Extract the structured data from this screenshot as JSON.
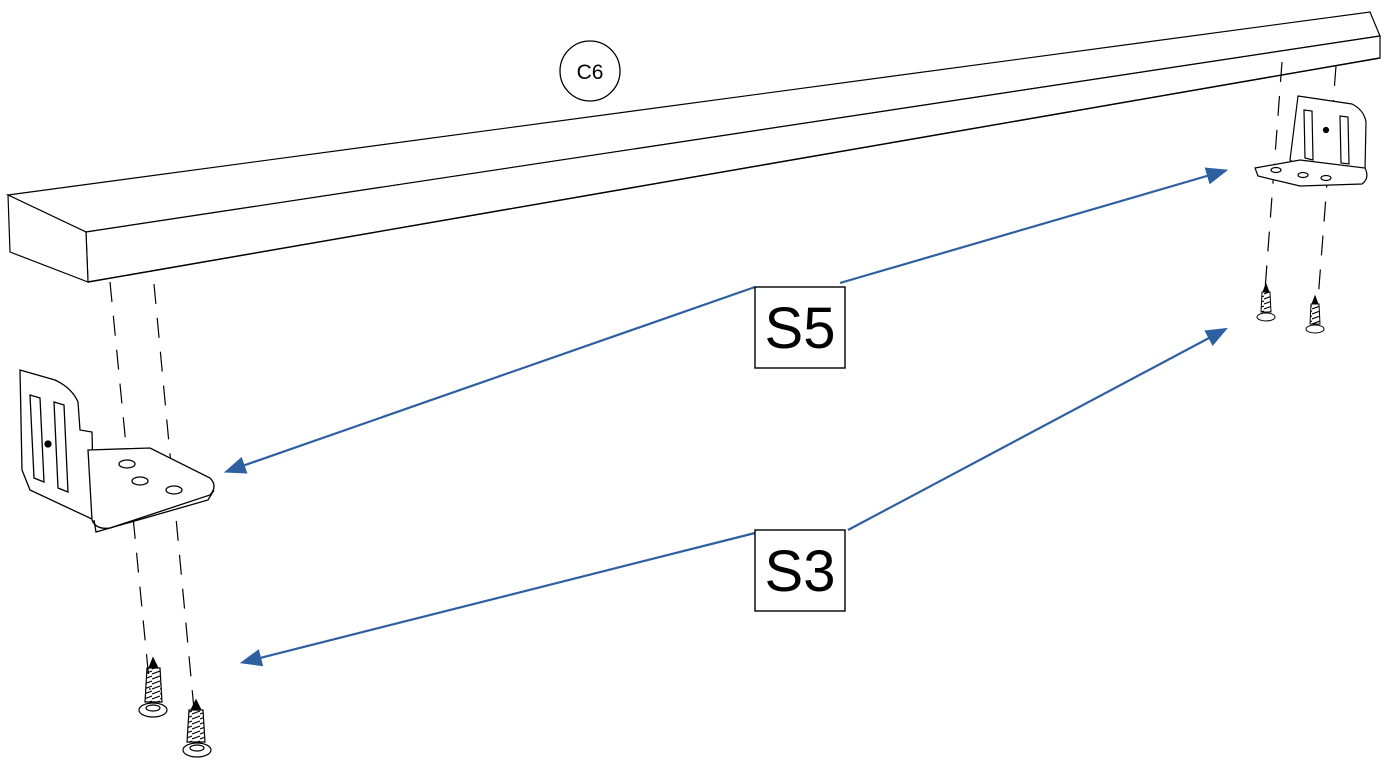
{
  "diagram": {
    "part_label": "C6",
    "callouts": {
      "bracket_label": "S5",
      "screw_label": "S3"
    },
    "colors": {
      "line": "#000000",
      "arrow": "#2e5fa1",
      "background": "#ffffff",
      "part_fill": "#ffffff"
    },
    "icons": [
      "bracket-icon",
      "screw-icon",
      "arrow-icon"
    ]
  }
}
